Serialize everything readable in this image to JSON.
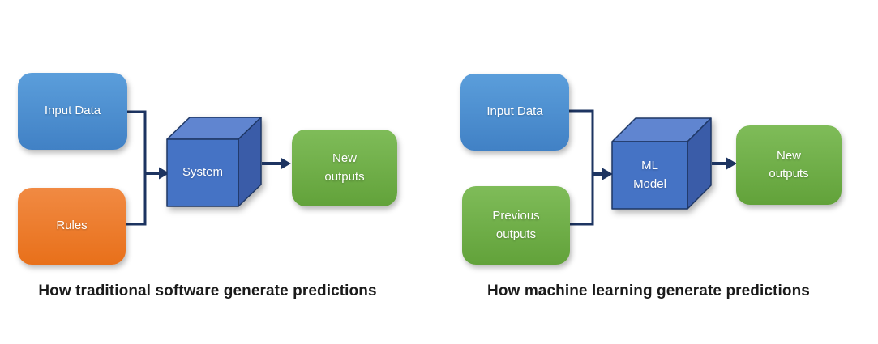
{
  "page": {
    "background": "#ffffff"
  },
  "colors": {
    "input_box_blue": "#4f94d4",
    "rules_box_orange": "#ed7d31",
    "outputs_box_green": "#70ad47",
    "cube_front_blue": "#4573c5",
    "cube_top_blue": "#6085d0",
    "cube_side_blue": "#3a5ca8",
    "connector_navy": "#1d3461",
    "caption_text": "#1b1b1b",
    "box_text": "#ffffff"
  },
  "left_diagram": {
    "caption": "How traditional software generate predictions",
    "nodes": {
      "input_data": {
        "label": "Input Data"
      },
      "rules": {
        "label": "Rules"
      },
      "system": {
        "label": "System"
      },
      "new_outputs": {
        "label": "New outputs"
      }
    }
  },
  "right_diagram": {
    "caption": "How machine learning generate predictions",
    "nodes": {
      "input_data": {
        "label": "Input Data"
      },
      "previous_outputs": {
        "label": "Previous outputs"
      },
      "ml_model": {
        "label": "ML Model"
      },
      "new_outputs": {
        "label": "New outputs"
      }
    }
  }
}
